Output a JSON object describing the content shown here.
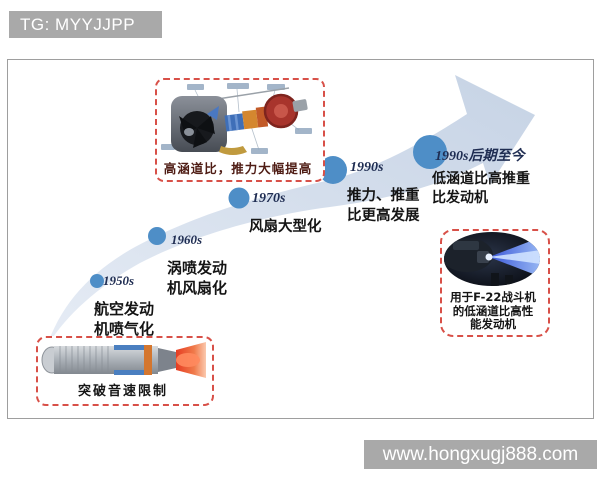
{
  "watermarks": {
    "top": "TG: MYYJJPP",
    "bottom": "www.hongxugj888.com"
  },
  "timeline": {
    "milestones": [
      {
        "era": "1950s",
        "desc_line1": "航空发动",
        "desc_line2": "机喷气化"
      },
      {
        "era": "1960s",
        "desc_line1": "涡喷发动",
        "desc_line2": "机风扇化"
      },
      {
        "era": "1970s",
        "desc_line1": "风扇大型化",
        "desc_line2": ""
      },
      {
        "era": "1990s",
        "desc_line1": "推力、推重",
        "desc_line2": "比更高发展"
      },
      {
        "era": "1990s后期至今",
        "desc_line1": "低涵道比高推重",
        "desc_line2": "比发动机"
      }
    ]
  },
  "callouts": {
    "turbofan": {
      "caption": "高涵道比，推力大幅提高"
    },
    "turbojet": {
      "caption": "突破音速限制"
    },
    "f22": {
      "caption_line1": "用于F-22战斗机",
      "caption_line2": "的低涵道比高性",
      "caption_line3": "能发动机"
    }
  },
  "colors": {
    "dot_blue": "#4e8ec7",
    "arrow_fill_light": "#e3eaf4",
    "arrow_fill_dark": "#c6d3e5",
    "dashed_border_red": "#d85048",
    "watermark_gray": "#a9a9a9",
    "caption_dark_red": "#4f1d15",
    "era_navy": "#1f2d52"
  }
}
